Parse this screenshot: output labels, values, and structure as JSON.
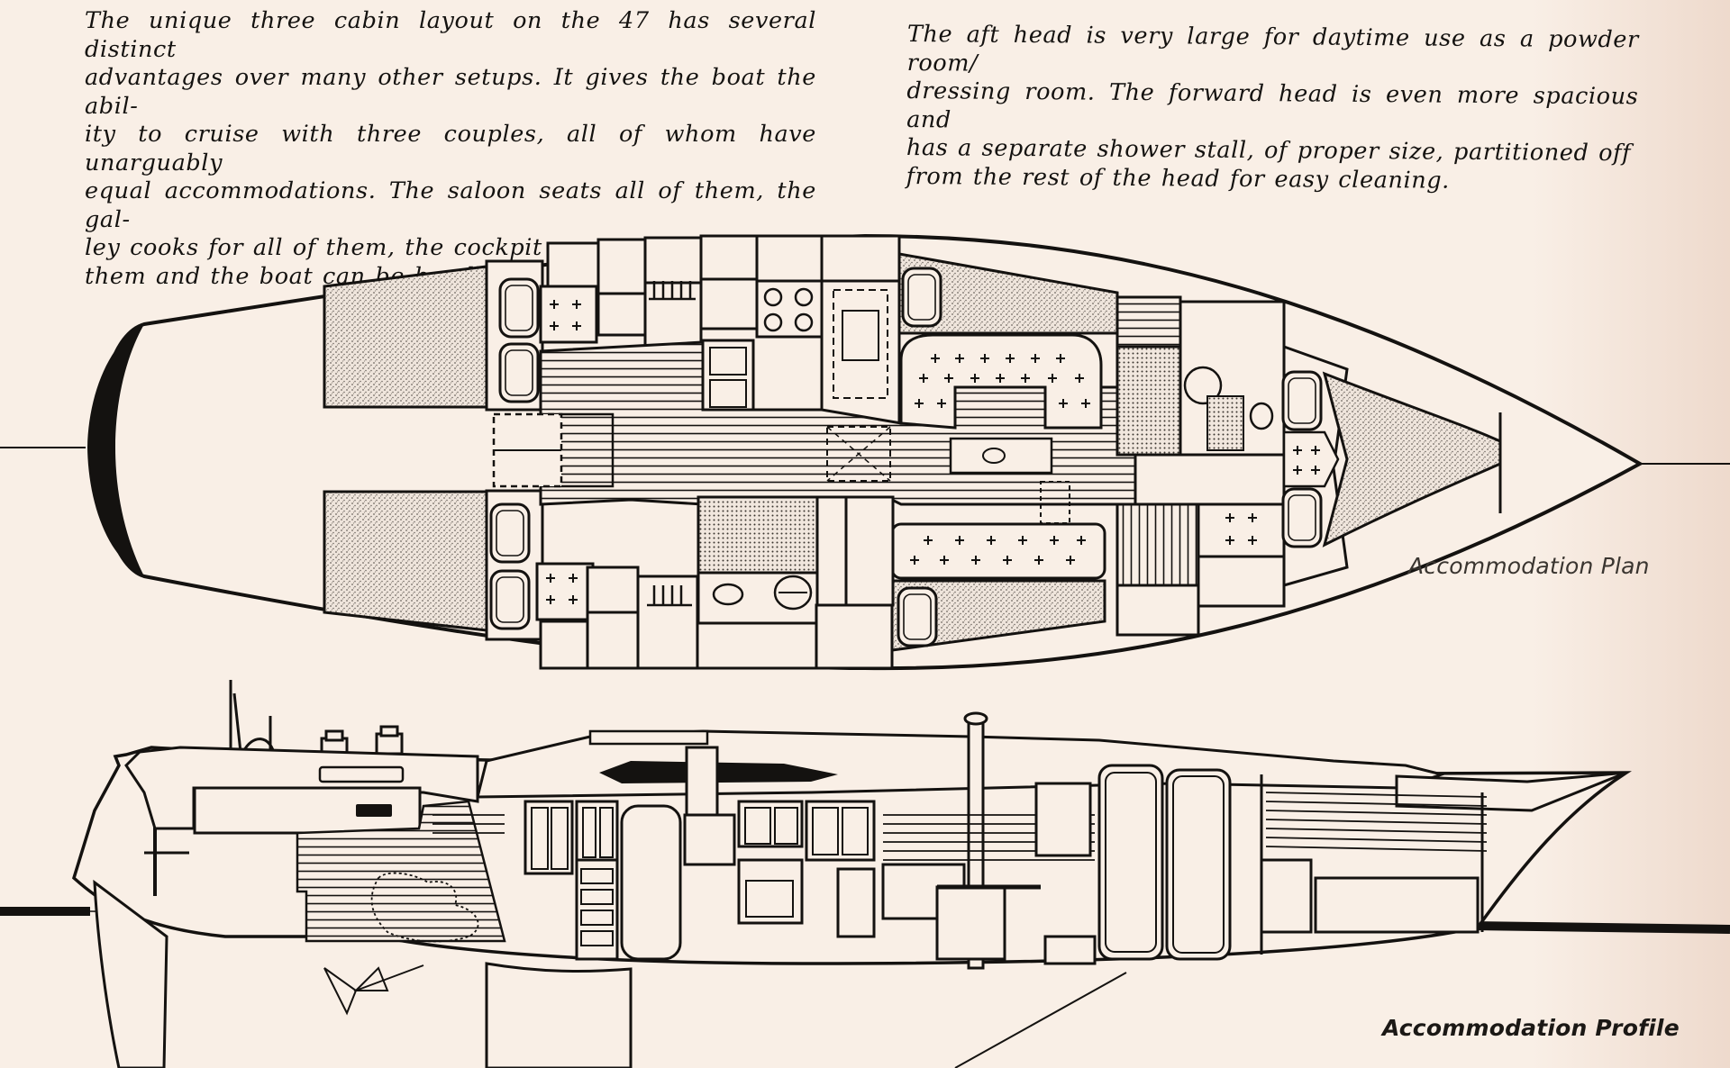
{
  "text": {
    "left_paragraph": [
      "The unique three cabin layout on the 47 has several distinct",
      "advantages over many other setups. It gives the boat the abil-",
      "ity to cruise with three couples, all of whom have unarguably",
      "equal accommodations. The saloon seats all of them, the gal-",
      "ley cooks for all of them, the cockpit accommodates all of",
      "them and the boat can be handled by one of them."
    ],
    "right_paragraph": [
      "The aft head is very large for daytime use as a powder room/",
      "dressing room. The forward head is even more spacious and",
      "has a separate shower stall, of proper size, partitioned off",
      "from the rest of the head for easy cleaning."
    ],
    "plan_caption": "Accommodation Plan",
    "profile_caption": "Accommodation Profile"
  },
  "colors": {
    "paper": "#f9efe6",
    "ink": "#141210",
    "stipple": "#bfb6ad"
  }
}
